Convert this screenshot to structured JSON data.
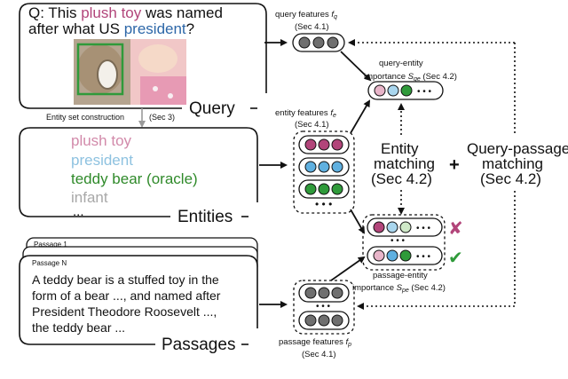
{
  "query": {
    "question_prefix": "Q: This ",
    "question_highlight1": "plush toy",
    "question_mid": " was named",
    "question_line2_prefix": "after what US ",
    "question_highlight2": "president",
    "question_suffix": "?",
    "label": "Query"
  },
  "entity_construction": {
    "label": "Entity set construction",
    "ref": "(Sec 3)"
  },
  "entities": {
    "items": [
      {
        "text": "plush toy",
        "color": "#d28aaa"
      },
      {
        "text": "president",
        "color": "#8ec2e0"
      },
      {
        "text": "teddy bear (oracle)",
        "color": "#2f8a2a"
      },
      {
        "text": "infant",
        "color": "#a8a8a8"
      }
    ],
    "ellipsis": "...",
    "label": "Entities"
  },
  "passages": {
    "tab1": "Passage 1",
    "tab_dots": "...",
    "tabN": "Passage N",
    "lines": [
      "A teddy bear is a stuffed toy in the",
      "form of a bear ..., and named after",
      "President Theodore Roosevelt ...,",
      "the teddy bear ..."
    ],
    "label": "Passages"
  },
  "features": {
    "query_label": "query features",
    "query_var": "f",
    "query_sub": "q",
    "query_ref": "(Sec 4.1)",
    "entity_label": "entity features",
    "entity_var": "f",
    "entity_sub": "e",
    "entity_ref": "(Sec 4.1)",
    "passage_label": "passage features",
    "passage_var": "f",
    "passage_sub": "p",
    "passage_ref": "(Sec 4.1)"
  },
  "importance": {
    "qe_line1": "query-entity",
    "qe_line2": "importance",
    "qe_var": "S",
    "qe_sub": "qe",
    "qe_ref": "(Sec 4.2)",
    "pe_line1": "passage-entity",
    "pe_line2": "importance",
    "pe_var": "S",
    "pe_sub": "pe",
    "pe_ref": "(Sec 4.2)"
  },
  "matching": {
    "entity_line1": "Entity",
    "entity_line2": "matching",
    "entity_ref": "(Sec 4.2)",
    "plus": "+",
    "qp_line1": "Query-passage",
    "qp_line2": "matching",
    "qp_ref": "(Sec 4.2)"
  },
  "marks": {
    "cross": "✘",
    "check": "✔",
    "cross_color": "#b2457a",
    "check_color": "#2f9a3a"
  },
  "colors": {
    "node_fill": "#6f6f6f",
    "pink": "#d28aaa",
    "blue": "#8ec2e0",
    "green": "#2f8a2a",
    "magenta": "#b2457a"
  }
}
